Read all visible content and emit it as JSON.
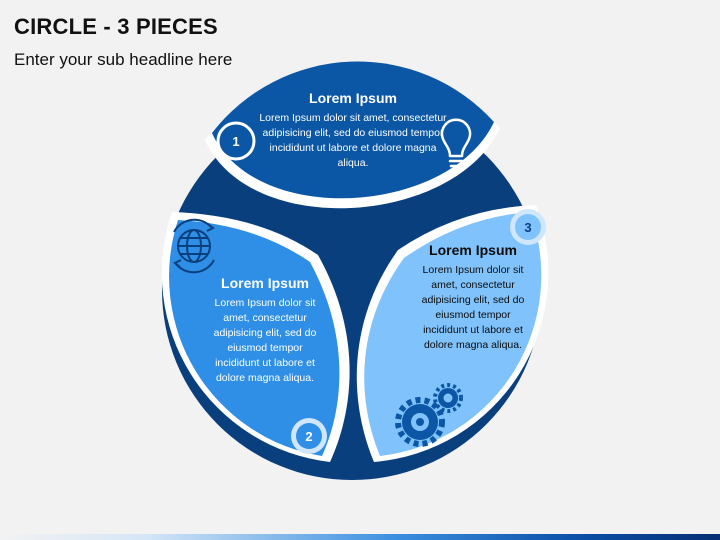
{
  "title": "CIRCLE - 3 PIECES",
  "subtitle": "Enter your sub headline here",
  "colors": {
    "background": "#f2f2f2",
    "dark_blue": "#0b57a5",
    "navy": "#0a3f7e",
    "mid_blue": "#2f8fe6",
    "light_blue": "#80c2fb",
    "white": "#ffffff"
  },
  "pieces": [
    {
      "number": "1",
      "heading": "Lorem Ipsum",
      "text": "Lorem Ipsum dolor sit amet, consectetur adipisicing elit, sed do eiusmod tempor incididunt ut labore et dolore magna aliqua.",
      "icon": "lightbulb-icon"
    },
    {
      "number": "2",
      "heading": "Lorem Ipsum",
      "text": "Lorem Ipsum dolor sit amet, consectetur adipisicing elit, sed do eiusmod tempor incididunt ut labore et dolore magna aliqua.",
      "icon": "globe-icon"
    },
    {
      "number": "3",
      "heading": "Lorem Ipsum",
      "text": "Lorem Ipsum dolor sit amet, consectetur adipisicing elit, sed do eiusmod tempor incididunt ut labore et dolore magna aliqua.",
      "icon": "gears-icon"
    }
  ]
}
